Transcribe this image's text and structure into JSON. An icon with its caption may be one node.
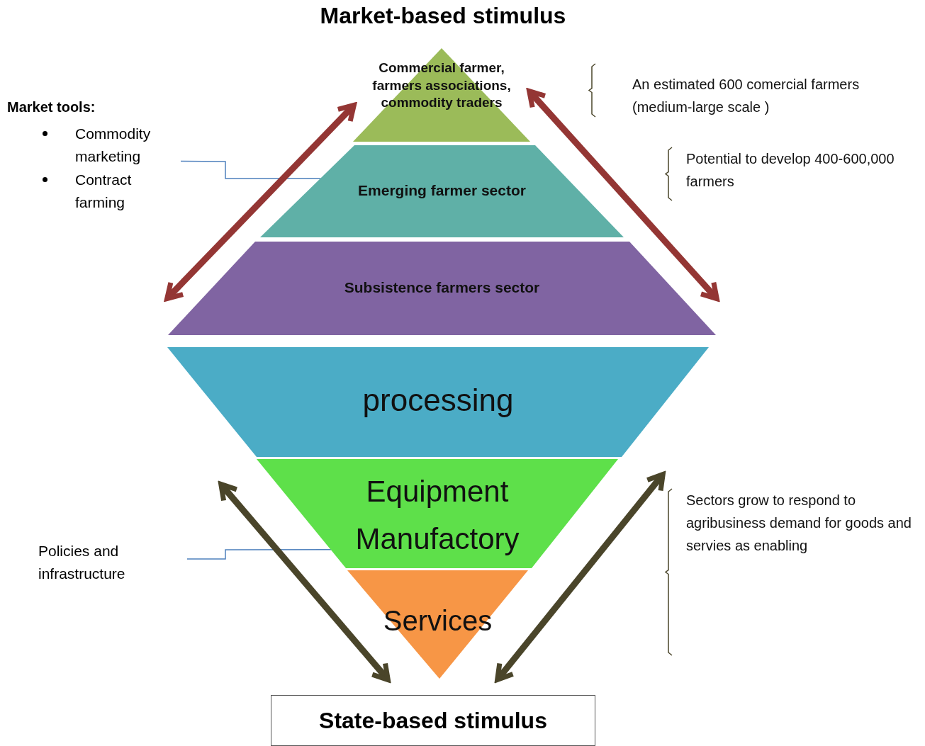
{
  "diagram": {
    "title": "Market-based stimulus",
    "nodes": [
      {
        "text": [
          "Commercial farmer, farmers associations, commodity traders"
        ]
      },
      {
        "text": [
          "Emerging farmer sector"
        ]
      },
      {
        "text": [
          "Subsistence farmers sector"
        ]
      },
      {
        "text": [
          "processing"
        ]
      },
      {
        "text": [
          "Equipment Manufactory"
        ]
      },
      {
        "text": [
          "Services"
        ]
      },
      {
        "text": [
          "State-based stimulus"
        ]
      },
      {
        "text": [
          "Market tools:",
          "Commodity marketing",
          "Contract farming"
        ]
      },
      {
        "text": [
          "Policies and infrastructure"
        ]
      }
    ],
    "edges": [
      {
        "from": 0,
        "to": 2,
        "arrow": "both",
        "color": "#943634"
      },
      {
        "from": 0,
        "to": 2,
        "arrow": "both",
        "color": "#943634"
      },
      {
        "from": 5,
        "to": null,
        "arrow": "both",
        "color": "#4a452a"
      },
      {
        "from": 5,
        "to": null,
        "arrow": "both",
        "color": "#4a452a"
      },
      {
        "from": 7,
        "to": 1,
        "arrow": "none",
        "color": "#4f81bd"
      },
      {
        "from": 8,
        "to": 4,
        "arrow": "none",
        "color": "#4f81bd"
      }
    ],
    "labels": [
      "An estimated 600 comercial farmers (medium-large scale )",
      "Potential to develop 400-600,000 farmers",
      "Sectors grow to respond to agribusiness demand for goods and servies as enabling"
    ]
  }
}
